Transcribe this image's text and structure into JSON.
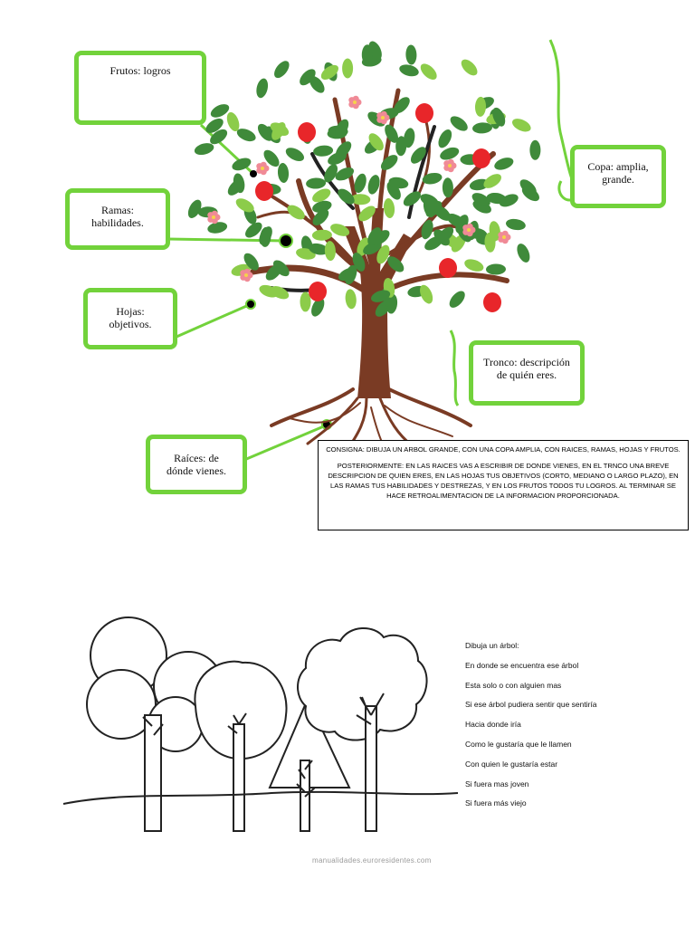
{
  "tree_labels": {
    "frutos": "Frutos: logros",
    "ramas_1": "Ramas:",
    "ramas_2": "habilidades.",
    "hojas_1": "Hojas:",
    "hojas_2": "objetivos.",
    "raices_1": "Raíces: de",
    "raices_2": "dónde vienes.",
    "copa_1": "Copa: amplia,",
    "copa_2": "grande.",
    "tronco_1": "Tronco: descripción",
    "tronco_2": "de quién eres."
  },
  "consigna": {
    "p1": "CONSIGNA: DIBUJA UN ARBOL GRANDE, CON UNA COPA AMPLIA, CON RAICES, RAMAS, HOJAS Y FRUTOS.",
    "p2": "POSTERIORMENTE: EN LAS RAICES VAS A ESCRIBIR DE DONDE VIENES, EN EL TRNCO UNA BREVE DESCRIPCION DE QUIEN ERES, EN LAS HOJAS TUS OBJETIVOS (CORTO, MEDIANO O LARGO PLAZO), EN LAS RAMAS TUS HABILIDADES Y DESTREZAS, Y EN LOS FRUTOS TODOS TU LOGROS.  AL TERMINAR SE HACE RETROALIMENTACION DE LA INFORMACION PROPORCIONADA."
  },
  "questions": [
    "Dibuja un árbol:",
    "En donde se encuentra ese árbol",
    "Esta solo o con alguien mas",
    "Si ese árbol pudiera sentir que sentiría",
    "Hacia donde iría",
    "Como le gustaría que le llamen",
    "Con quien le gustaría estar",
    "Si fuera mas joven",
    "Si fuera más viejo"
  ],
  "credit": "manualidades.euroresidentes.com",
  "colors": {
    "box_border": "#72d23b",
    "leaf_dark": "#3f8a3a",
    "leaf_light": "#8ccc4a",
    "trunk": "#7a3b24",
    "fruit": "#e8262a",
    "flower": "#f08a96"
  }
}
